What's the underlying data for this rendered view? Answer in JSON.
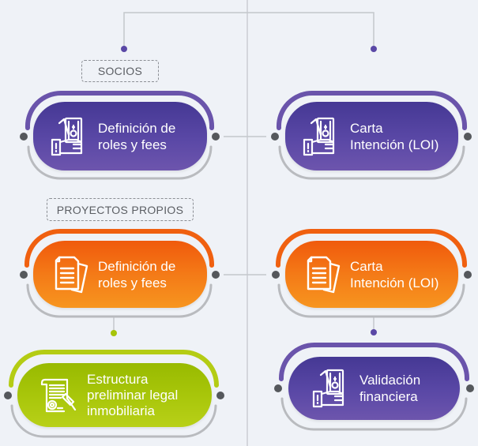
{
  "colors": {
    "purple": "#5a48a6",
    "orange": "#f26a10",
    "green": "#a6c40a",
    "ring_grey": "#b9bbbf",
    "dot_grey": "#55585c",
    "line_grey": "#c4c7cc",
    "background": "#eff2f7"
  },
  "groups": {
    "socios": {
      "label": "SOCIOS"
    },
    "proyectos_propios": {
      "label": "PROYECTOS PROPIOS"
    }
  },
  "cards": {
    "socios_roles": {
      "label": "Definición de\nroles y fees",
      "icon": "money-hand-icon",
      "color": "purple"
    },
    "socios_loi": {
      "label": "Carta\nIntención (LOI)",
      "icon": "money-hand-icon",
      "color": "purple"
    },
    "propios_roles": {
      "label": "Definición de\nroles y fees",
      "icon": "documents-icon",
      "color": "orange"
    },
    "propios_loi": {
      "label": "Carta\nIntención (LOI)",
      "icon": "documents-icon",
      "color": "orange"
    },
    "estructura_legal": {
      "label": "Estructura\npreliminar legal\ninmobiliaria",
      "icon": "legal-scroll-gavel-icon",
      "color": "green"
    },
    "validacion_financiera": {
      "label": "Validación\nfinanciera",
      "icon": "money-hand-icon",
      "color": "purple"
    }
  }
}
